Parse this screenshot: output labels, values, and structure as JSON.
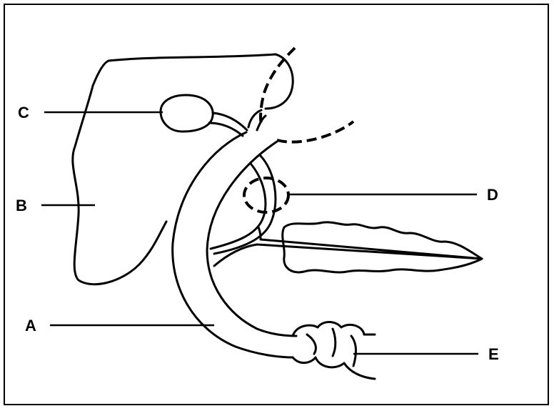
{
  "labels": {
    "a": "A",
    "b": "B",
    "c": "C",
    "d": "D",
    "e": "E"
  },
  "colors": {
    "stroke": "#000000",
    "background": "#ffffff"
  }
}
